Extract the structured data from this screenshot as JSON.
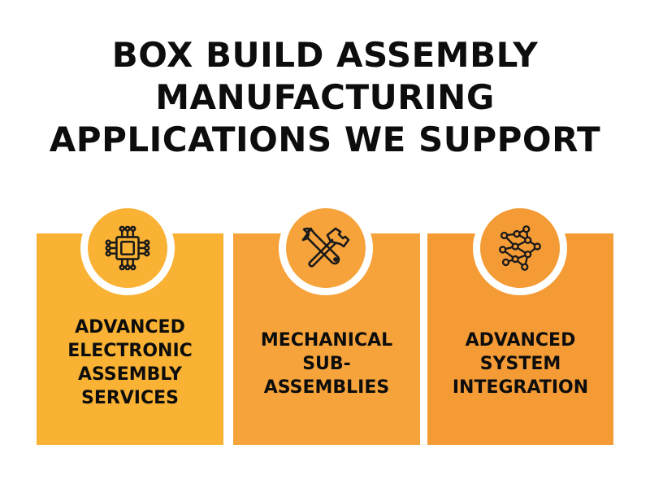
{
  "title": {
    "line1": "BOX BUILD ASSEMBLY",
    "line2": "MANUFACTURING",
    "line3": "APPLICATIONS WE SUPPORT"
  },
  "cards": [
    {
      "icon": "circuit-chip-icon",
      "lines": [
        "ADVANCED",
        "ELECTRONIC",
        "ASSEMBLY",
        "SERVICES"
      ],
      "color": "#F9B233"
    },
    {
      "icon": "hammer-wrench-icon",
      "lines": [
        "MECHANICAL",
        "SUB-",
        "ASSEMBLIES"
      ],
      "color": "#F7A33B"
    },
    {
      "icon": "neural-network-icon",
      "lines": [
        "ADVANCED",
        "SYSTEM",
        "INTEGRATION"
      ],
      "color": "#F49B36"
    }
  ],
  "colors": {
    "text": "#0D0D0D",
    "icon_stroke": "#1A1A1A",
    "background": "#FFFFFF"
  }
}
